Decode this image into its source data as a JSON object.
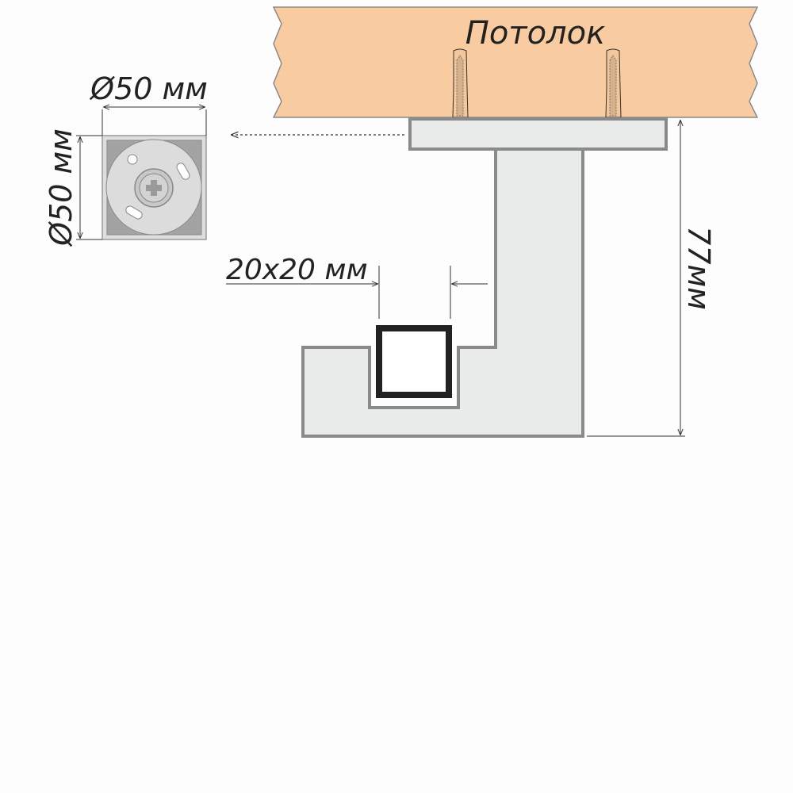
{
  "ceiling_label": "Потолок",
  "plate_width_label": "Ø50 мм",
  "plate_height_label": "Ø50 мм",
  "profile_label": "20x20 мм",
  "height_label": "77мм",
  "colors": {
    "ceiling": "#f8cba1",
    "bracket": "#e9ebea",
    "outline": "#8a8a8a",
    "profile": "#222222"
  }
}
